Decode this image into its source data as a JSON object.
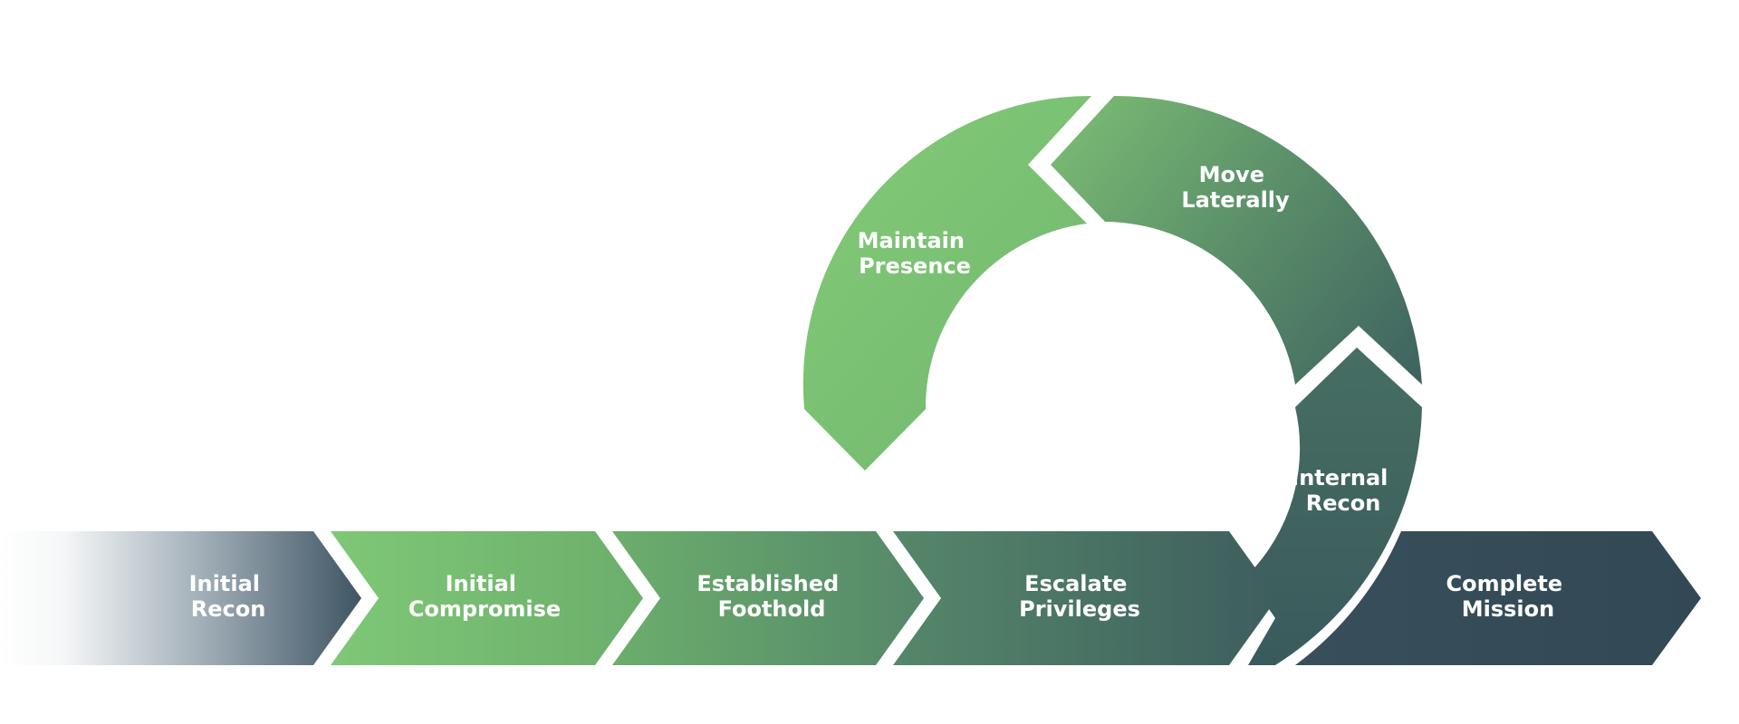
{
  "colors": {
    "light_green": "#7dc674",
    "mid_green": "#5a9466",
    "dark_slate": "#334a58",
    "separator": "#ffffff"
  },
  "stages": {
    "initial_recon": {
      "line1": "Initial",
      "line2": "Recon"
    },
    "initial_compromise": {
      "line1": "Initial",
      "line2": "Compromise"
    },
    "established_foothold": {
      "line1": "Established",
      "line2": "Foothold"
    },
    "escalate_privileges": {
      "line1": "Escalate",
      "line2": "Privileges"
    },
    "internal_recon": {
      "line1": "Internal",
      "line2": "Recon"
    },
    "move_laterally": {
      "line1": "Move",
      "line2": "Laterally"
    },
    "maintain_presence": {
      "line1": "Maintain",
      "line2": "Presence"
    },
    "complete_mission": {
      "line1": "Complete",
      "line2": "Mission"
    }
  }
}
